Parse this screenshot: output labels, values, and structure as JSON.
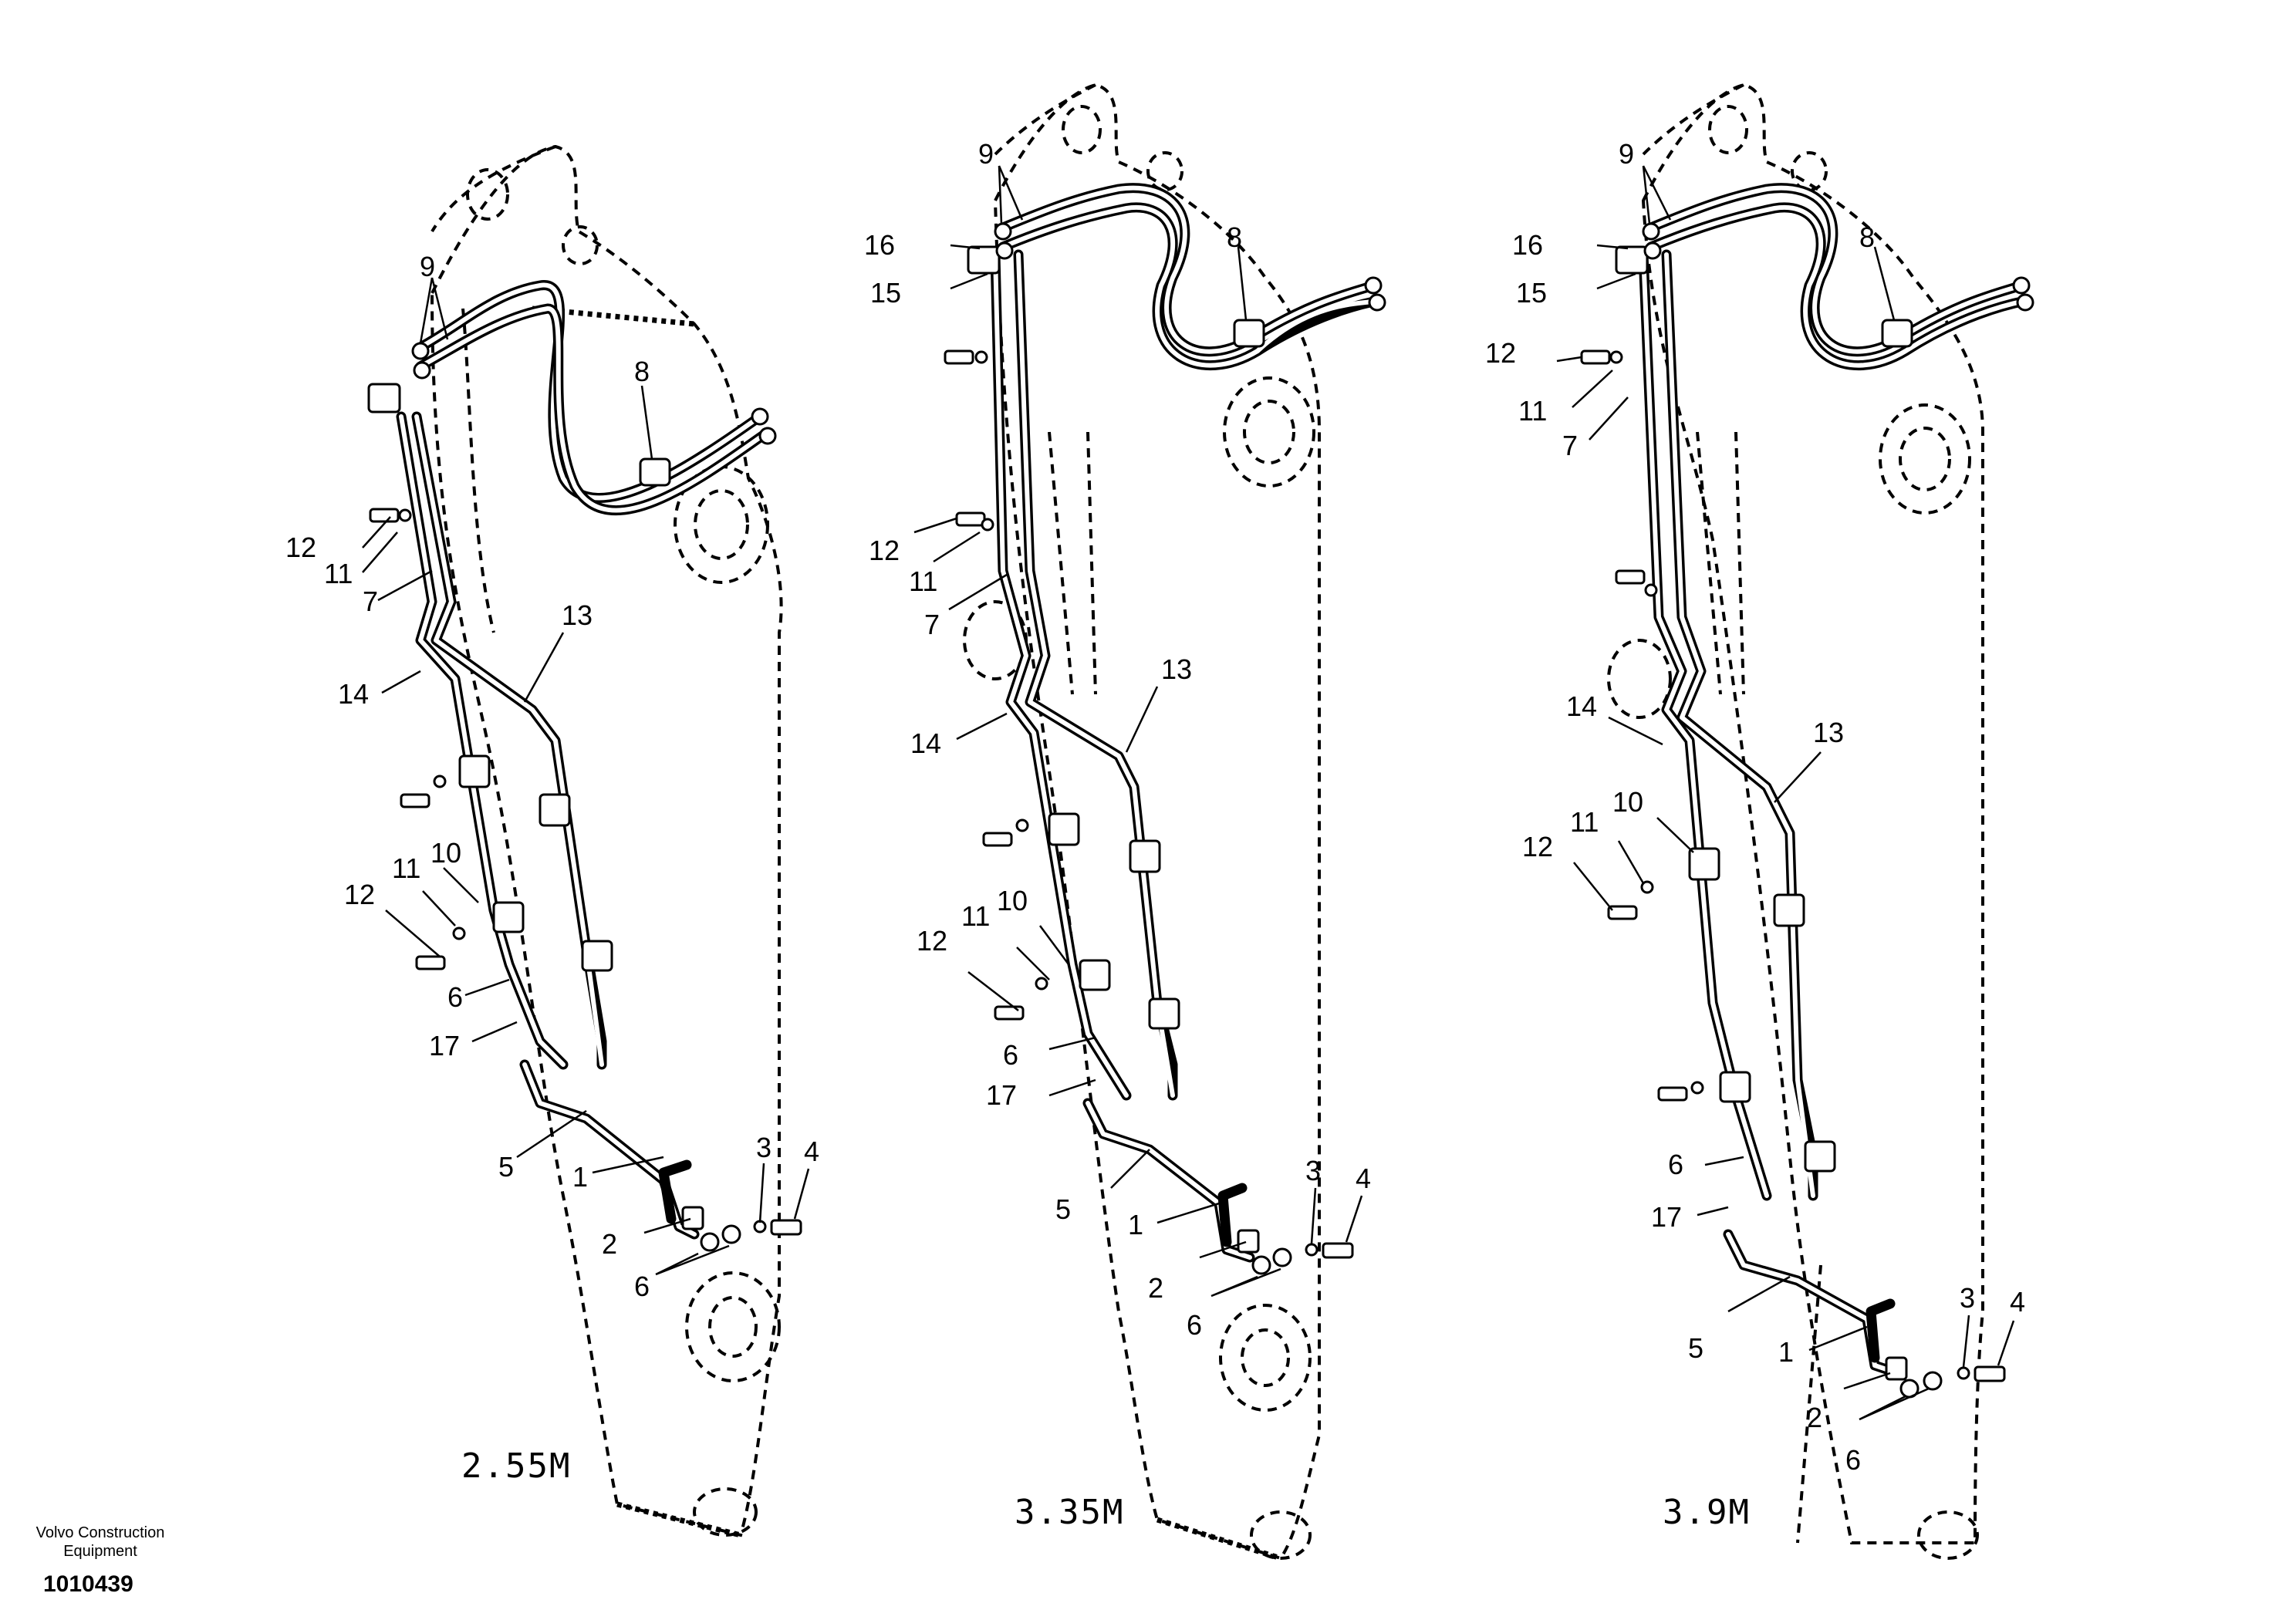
{
  "views": [
    {
      "length_label": "2.55M",
      "callouts": {
        "c1": "1",
        "c2": "2",
        "c3": "3",
        "c4": "4",
        "c5": "5",
        "c6": "6",
        "c6b": "6",
        "c7": "7",
        "c8": "8",
        "c9": "9",
        "c10": "10",
        "c11": "11",
        "c11b": "11",
        "c12": "12",
        "c12b": "12",
        "c13": "13",
        "c14": "14",
        "c17": "17"
      }
    },
    {
      "length_label": "3.35M",
      "callouts": {
        "c1": "1",
        "c2": "2",
        "c3": "3",
        "c4": "4",
        "c5": "5",
        "c6": "6",
        "c6b": "6",
        "c7": "7",
        "c8": "8",
        "c9": "9",
        "c10": "10",
        "c11": "11",
        "c11b": "11",
        "c12": "12",
        "c12b": "12",
        "c13": "13",
        "c14": "14",
        "c15": "15",
        "c16": "16",
        "c17": "17"
      }
    },
    {
      "length_label": "3.9M",
      "callouts": {
        "c1": "1",
        "c2": "2",
        "c3": "3",
        "c4": "4",
        "c5": "5",
        "c6": "6",
        "c6b": "6",
        "c7": "7",
        "c8": "8",
        "c9": "9",
        "c10": "10",
        "c11": "11",
        "c11b": "11",
        "c12": "12",
        "c12b": "12",
        "c13": "13",
        "c14": "14",
        "c15": "15",
        "c16": "16",
        "c17": "17"
      }
    }
  ],
  "footer": {
    "brand": "Volvo Construction Equipment",
    "code": "1010439"
  }
}
